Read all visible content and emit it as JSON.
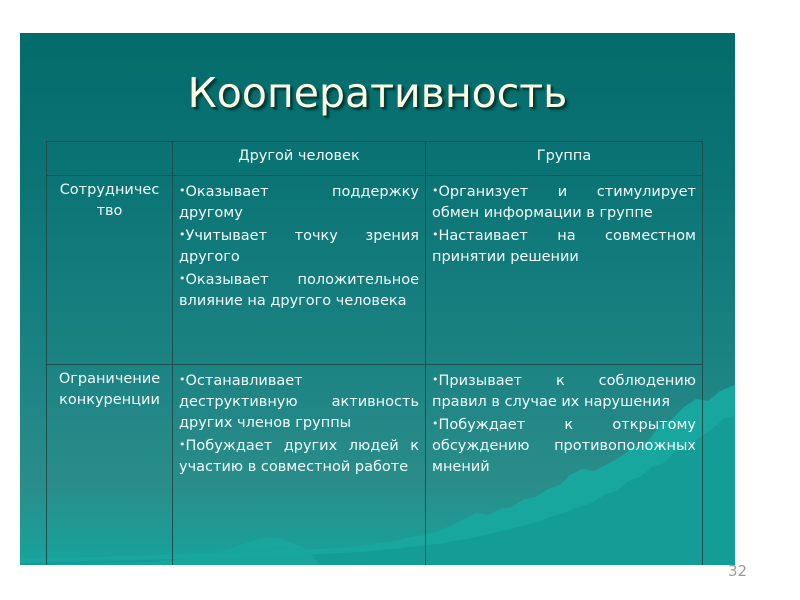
{
  "slide": {
    "title": "Кооперативность",
    "page_number": "32",
    "colors": {
      "background_top": "#046b6b",
      "background_bottom": "#16a49c",
      "ridge": "#17a79e",
      "ridge_shadow": "#0e8f8a",
      "title_text": "#fdffe3",
      "title_shadow": "#063b3b",
      "table_border": "#1d4f4f",
      "table_text": "#f2fbfb",
      "page_number_text": "#9a9a9a"
    }
  },
  "table": {
    "headers": [
      "",
      "Другой человек",
      "Группа"
    ],
    "rows": [
      {
        "label": "Сотрудничес тво",
        "other_person": [
          "Оказывает поддержку другому",
          "Учитывает точку зрения другого",
          "Оказывает положительное влияние на другого человека"
        ],
        "group": [
          "Организует и стимулирует обмен информации в группе",
          "Настаивает на совместном принятии решении"
        ]
      },
      {
        "label": "Ограничение конкуренции",
        "other_person": [
          "Останавливает деструктивную активность других членов группы",
          "Побуждает других людей к участию в совместной работе"
        ],
        "group": [
          "Призывает к соблюдению правил в случае их нарушения",
          "Побуждает к открытому обсуждению противоположных мнений"
        ]
      }
    ]
  }
}
